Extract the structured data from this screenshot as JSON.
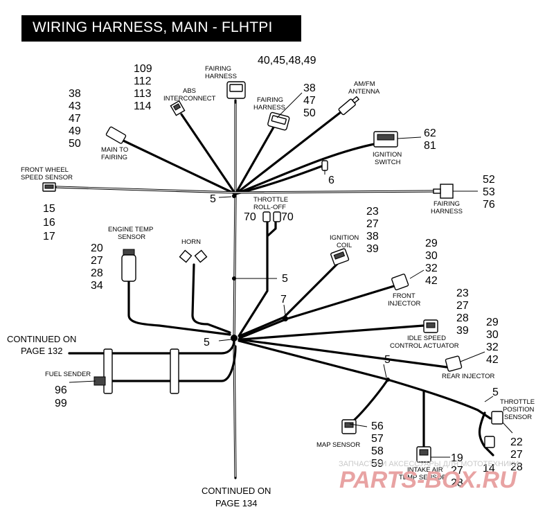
{
  "title": "WIRING HARNESS, MAIN - FLHTPI",
  "continued_left": [
    "CONTINUED ON",
    "PAGE 132"
  ],
  "continued_bottom": [
    "CONTINUED ON",
    "PAGE 134"
  ],
  "components": {
    "fairing_harness_top": {
      "label": [
        "FAIRING",
        "HARNESS"
      ],
      "numbers": [
        "40,45,48,49"
      ]
    },
    "abs_interconnect": {
      "label": [
        "ABS",
        "INTERCONNECT"
      ],
      "numbers": [
        "109",
        "112",
        "113",
        "114"
      ]
    },
    "main_to_fairing": {
      "label": [
        "MAIN TO",
        "FAIRING"
      ],
      "numbers": [
        "38",
        "43",
        "47",
        "49",
        "50"
      ]
    },
    "fairing_harness_mid": {
      "label": [
        "FAIRING",
        "HARNESS"
      ],
      "numbers": [
        "38",
        "47",
        "50"
      ]
    },
    "am_fm_antenna": {
      "label": [
        "AM/FM",
        "ANTENNA"
      ]
    },
    "ignition_switch": {
      "label": [
        "IGNITION",
        "SWITCH"
      ],
      "numbers": [
        "62",
        "81"
      ]
    },
    "clip_6": {
      "numbers": [
        "6"
      ]
    },
    "front_wheel_speed_sensor": {
      "label": [
        "FRONT WHEEL",
        "SPEED SENSOR"
      ],
      "numbers": [
        "15",
        "16",
        "17"
      ]
    },
    "fairing_harness_right": {
      "label": [
        "FAIRING",
        "HARNESS"
      ],
      "numbers": [
        "52",
        "53",
        "76"
      ]
    },
    "throttle_roll_off": {
      "label": [
        "THROTTLE",
        "ROLL-OFF"
      ],
      "numbers": [
        "70",
        "70"
      ]
    },
    "engine_temp_sensor": {
      "label": [
        "ENGINE TEMP",
        "SENSOR"
      ],
      "numbers": [
        "20",
        "27",
        "28",
        "34"
      ]
    },
    "horn": {
      "label": [
        "HORN"
      ]
    },
    "ignition_coil": {
      "label": [
        "IGNITION",
        "COIL"
      ],
      "numbers": [
        "23",
        "27",
        "38",
        "39"
      ]
    },
    "front_injector": {
      "label": [
        "FRONT",
        "INJECTOR"
      ],
      "numbers": [
        "29",
        "30",
        "32",
        "42"
      ]
    },
    "idle_speed_control_actuator": {
      "label": [
        "IDLE SPEED",
        "CONTROL ACTUATOR"
      ],
      "numbers": [
        "23",
        "27",
        "28",
        "39"
      ]
    },
    "rear_injector": {
      "label": [
        "REAR INJECTOR"
      ],
      "numbers": [
        "29",
        "30",
        "32",
        "42"
      ]
    },
    "fuel_sender": {
      "label": [
        "FUEL SENDER"
      ],
      "numbers": [
        "96",
        "99"
      ]
    },
    "throttle_position_sensor": {
      "label": [
        "THROTTLE",
        "POSITION",
        "SENSOR"
      ],
      "numbers": [
        "22",
        "27",
        "28"
      ]
    },
    "map_sensor": {
      "label": [
        "MAP SENSOR"
      ],
      "numbers": [
        "56",
        "57",
        "58",
        "59"
      ]
    },
    "intake_air_temp_sensor": {
      "label": [
        "INTAKE AIR",
        "TEMP SENSOR"
      ],
      "numbers": [
        "19",
        "27",
        "28"
      ]
    },
    "clip_14": {
      "numbers": [
        "14"
      ]
    }
  },
  "callouts_5": [
    "5",
    "5",
    "5",
    "5",
    "5"
  ],
  "callout_7": "7",
  "watermark": {
    "text": "ЗАПЧАСТИ И АКСЕССУАРЫ ДЛЯ МОТОТЕХНИКИ",
    "logo": "PARTS-BOX.RU"
  }
}
